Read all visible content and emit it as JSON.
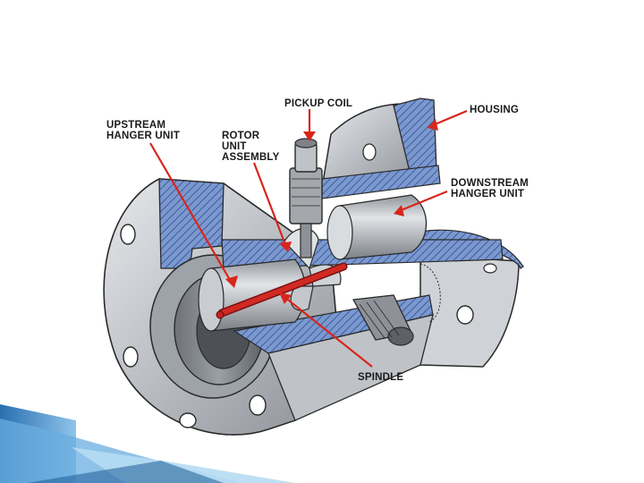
{
  "labels": {
    "upstream": "UPSTREAM\nHANGER UNIT",
    "rotor": "ROTOR\nUNIT\nASSEMBLY",
    "pickup": "PICKUP COIL",
    "housing": "HOUSING",
    "downstream": "DOWNSTREAM\nHANGER UNIT",
    "spindle": "SPINDLE"
  },
  "colors": {
    "metal_light": "#d2d5d9",
    "metal_mid": "#a9adb3",
    "metal_dark": "#6e7278",
    "section_hatch": "#6f8fc8",
    "arrow_red": "#d8261c",
    "spindle_red": "#c91f1f",
    "corner_blue": "#3b86c8"
  }
}
